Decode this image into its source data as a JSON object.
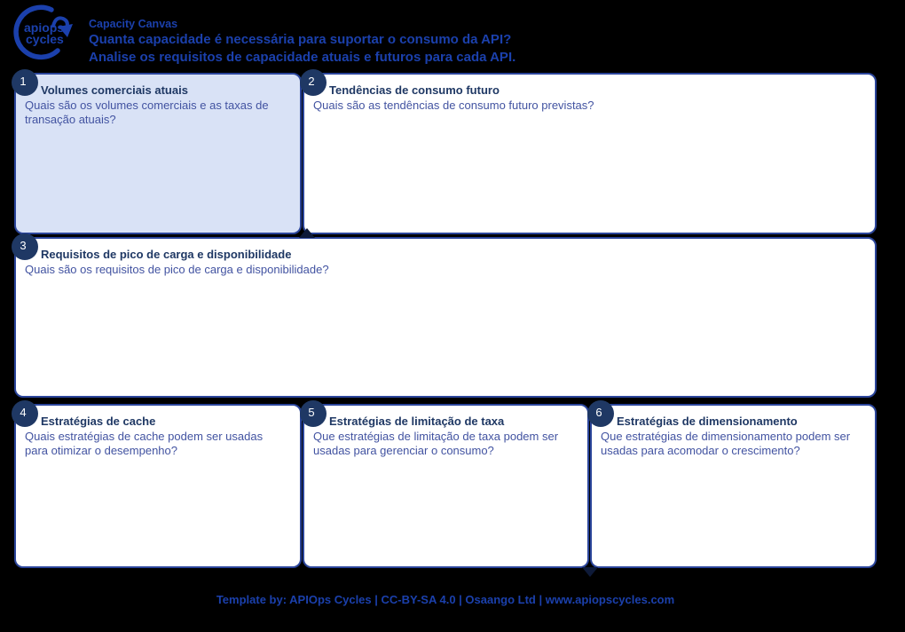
{
  "header": {
    "logo": {
      "line1": "apiops",
      "line2": "cycles"
    },
    "kicker": "Capacity Canvas",
    "title": "Quanta capacidade é necessária para suportar o consumo da API?",
    "subtitle": "Analise os requisitos de capacidade atuais e futuros para cada API."
  },
  "canvas": {
    "boxes": [
      {
        "number": "1",
        "title": "Volumes comerciais atuais",
        "question": "Quais são os volumes comerciais e as taxas de transação atuais?",
        "highlighted": true
      },
      {
        "number": "2",
        "title": "Tendências de consumo futuro",
        "question": "Quais são as tendências de consumo futuro previstas?",
        "highlighted": false
      },
      {
        "number": "3",
        "title": "Requisitos de pico de carga e disponibilidade",
        "question": "Quais são os requisitos de pico de carga e disponibilidade?",
        "highlighted": false
      },
      {
        "number": "4",
        "title": "Estratégias de cache",
        "question": "Quais estratégias de cache podem ser usadas para otimizar o desempenho?",
        "highlighted": false
      },
      {
        "number": "5",
        "title": "Estratégias de limitação de taxa",
        "question": "Que estratégias de limitação de taxa podem ser usadas para gerenciar o consumo?",
        "highlighted": false
      },
      {
        "number": "6",
        "title": "Estratégias de dimensionamento",
        "question": "Que estratégias de dimensionamento podem ser usadas para acomodar o crescimento?",
        "highlighted": false
      }
    ]
  },
  "footer": {
    "credit": "Template by: APIOps Cycles | CC-BY-SA 4.0 | Osaango Ltd | www.apiopscycles.com"
  },
  "colors": {
    "background": "#000000",
    "box_border": "#2B459B",
    "badge_navy": "#1F3864",
    "title_navy": "#1F3864",
    "question_blue": "#4253A1",
    "highlight_fill": "#D9E2F6",
    "header_blue": "#1B40AC"
  }
}
